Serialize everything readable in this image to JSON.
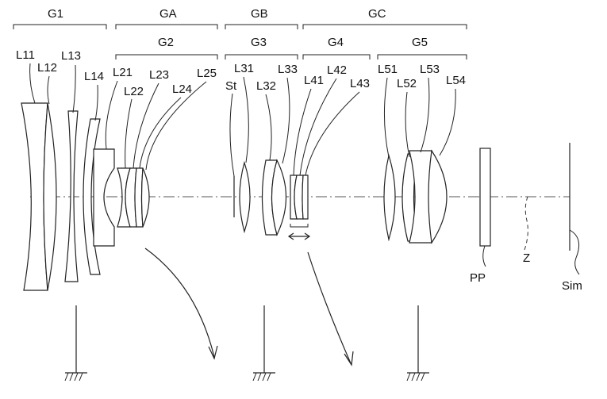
{
  "groups_top": [
    "G1",
    "GA",
    "GB",
    "GC"
  ],
  "groups_sub": [
    "G2",
    "G3",
    "G4",
    "G5"
  ],
  "lens_labels": {
    "g1": [
      "L11",
      "L12",
      "L13",
      "L14"
    ],
    "g2": [
      "L21",
      "L22",
      "L23",
      "L24",
      "L25"
    ],
    "stop": "St",
    "g3": [
      "L31",
      "L32",
      "L33"
    ],
    "g4": [
      "L41",
      "L42",
      "L43"
    ],
    "g5": [
      "L51",
      "L52",
      "L53",
      "L54"
    ]
  },
  "other_labels": {
    "pp": "PP",
    "z": "Z",
    "sim": "Sim"
  },
  "motion": {
    "moving_groups": [
      "G2",
      "G4"
    ],
    "focus_group": "G4",
    "fixed_groups": [
      "G1",
      "G3",
      "G5"
    ]
  }
}
